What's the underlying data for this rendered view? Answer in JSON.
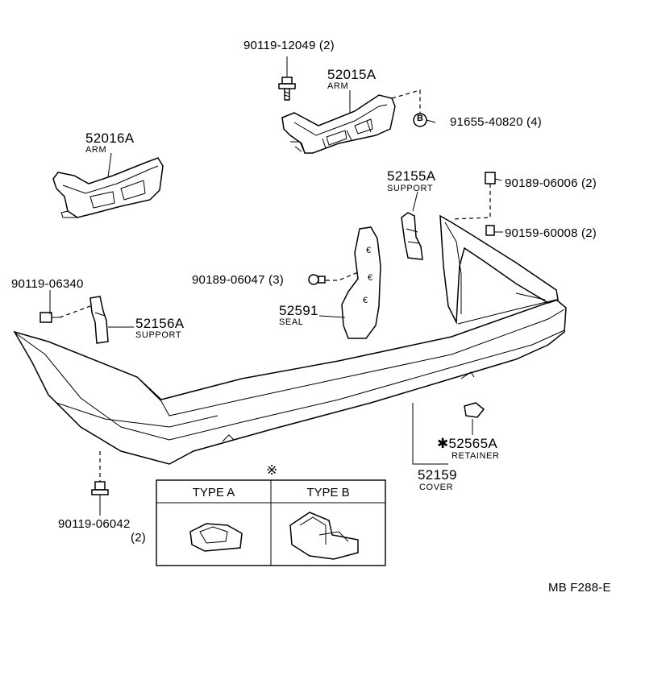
{
  "diagram": {
    "code": "MB F288-E",
    "note_symbol": "※",
    "parts": [
      {
        "id": "bolt-top",
        "number": "90119-12049",
        "qty": "(2)",
        "name": ""
      },
      {
        "id": "arm-right",
        "number": "52015A",
        "qty": "",
        "name": "ARM"
      },
      {
        "id": "clip-b",
        "number": "91655-40820",
        "qty": "(4)",
        "name": "",
        "marker": "B"
      },
      {
        "id": "arm-left",
        "number": "52016A",
        "qty": "",
        "name": "ARM"
      },
      {
        "id": "support-right",
        "number": "52155A",
        "qty": "",
        "name": "SUPPORT"
      },
      {
        "id": "nut-right",
        "number": "90189-06006",
        "qty": "(2)",
        "name": ""
      },
      {
        "id": "bolt-right",
        "number": "90159-60008",
        "qty": "(2)",
        "name": ""
      },
      {
        "id": "nut-seal",
        "number": "90189-06047",
        "qty": "(3)",
        "name": ""
      },
      {
        "id": "seal",
        "number": "52591",
        "qty": "",
        "name": "SEAL"
      },
      {
        "id": "bolt-left-top",
        "number": "90119-06340",
        "qty": "",
        "name": ""
      },
      {
        "id": "support-left",
        "number": "52156A",
        "qty": "",
        "name": "SUPPORT"
      },
      {
        "id": "retainer",
        "number": "52565A",
        "qty": "",
        "name": "RETAINER",
        "prefix": "✱"
      },
      {
        "id": "cover",
        "number": "52159",
        "qty": "",
        "name": "COVER"
      },
      {
        "id": "bolt-bottom",
        "number": "90119-06042",
        "qty": "(2)",
        "name": ""
      }
    ],
    "type_table": {
      "headers": [
        "TYPE A",
        "TYPE B"
      ]
    }
  }
}
